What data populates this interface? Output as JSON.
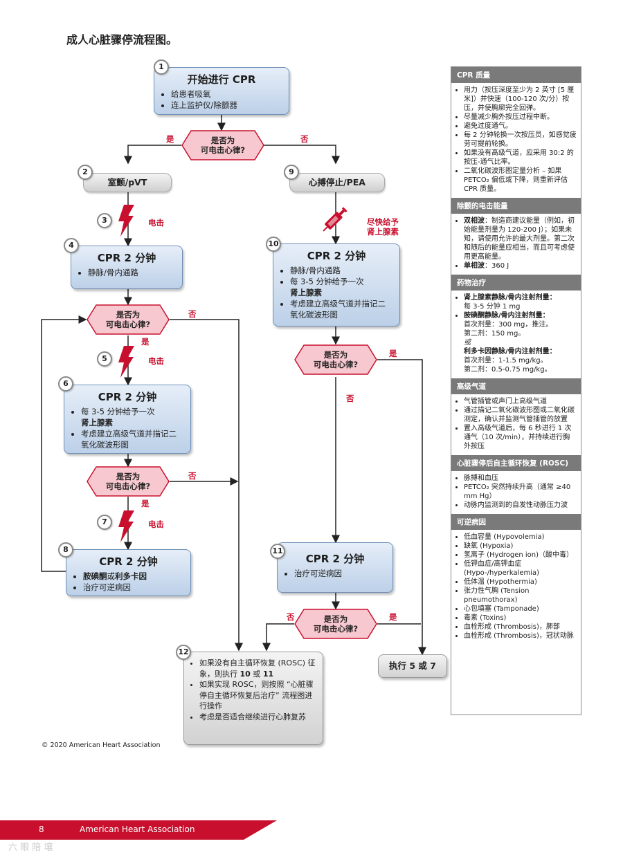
{
  "title": "成人心脏骤停流程图。",
  "copyright": "© 2020 American Heart Association",
  "footer": {
    "page": "8",
    "org": "American Heart Association"
  },
  "watermark": "六 眼 陪 壤",
  "yes": "是",
  "no": "否",
  "nodes": {
    "n1": {
      "num": "1",
      "title": "开始进行 CPR",
      "items": [
        "给患者吸氧",
        "连上监护仪/除颤器"
      ]
    },
    "n2": {
      "num": "2",
      "label": "室颤/pVT"
    },
    "n3": {
      "num": "3",
      "label": "电击"
    },
    "n4": {
      "num": "4",
      "title": "CPR 2 分钟",
      "items": [
        "静脉/骨内通路"
      ]
    },
    "n5": {
      "num": "5",
      "label": "电击"
    },
    "n6": {
      "num": "6",
      "title": "CPR 2 分钟",
      "item1a": "每 3-5 分钟给予一次",
      "item1b": "肾上腺素",
      "item2": "考虑建立高级气道并描记二氧化碳波形图"
    },
    "n7": {
      "num": "7",
      "label": "电击"
    },
    "n8": {
      "num": "8",
      "title": "CPR 2 分钟",
      "item1a": "胺碘酮",
      "item1b": "或",
      "item1c": "利多卡因",
      "item2": "治疗可逆病因"
    },
    "n9": {
      "num": "9",
      "label": "心搏停止/PEA"
    },
    "epi": {
      "line1": "尽快给予",
      "line2": "肾上腺素"
    },
    "n10": {
      "num": "10",
      "title": "CPR 2 分钟",
      "item1": "静脉/骨内通路",
      "item2a": "每 3-5 分钟给予一次",
      "item2b": "肾上腺素",
      "item3": "考虑建立高级气道并描记二氧化碳波形图"
    },
    "n11": {
      "num": "11",
      "title": "CPR 2 分钟",
      "items": [
        "治疗可逆病因"
      ]
    },
    "n12": {
      "num": "12",
      "item1a": "如果没有自主循环恢复 (ROSC) 征象，则执行 ",
      "item1b": "10",
      "item1c": " 或 ",
      "item1d": "11",
      "item2": "如果实现 ROSC，则按照 “心脏骤停自主循环恢复后治疗” 流程图进行操作",
      "item3": "考虑是否适合继续进行心肺复苏"
    },
    "goto": {
      "label": "执行 5 或 7"
    }
  },
  "decision": {
    "line1": "是否为",
    "line2": "可电击心律?"
  },
  "sidebar": {
    "cpr": {
      "header": "CPR 质量",
      "items": [
        "用力（按压深度至少为 2 英寸 [5 厘米]）并快速（100-120 次/分）按压，并使胸廓完全回弹。",
        "尽量减少胸外按压过程中断。",
        "避免过度通气。",
        "每 2 分钟轮换一次按压员，如感觉疲劳可提前轮换。",
        "如果没有高级气道，应采用 30:2 的按压-通气比率。",
        "二氧化碳波形图定量分析 – 如果 PETCO₂ 偏低或下降，则重新评估 CPR 质量。"
      ]
    },
    "shock": {
      "header": "除颤的电击能量",
      "b1": "双相波",
      "t1": "：制造商建议能量（例如，初始能量剂量为 120-200 J）；如果未知，请使用允许的最大剂量。第二次和随后的能量应相当，而且可考虑使用更高能量。",
      "b2": "单相波",
      "t2": "：360 J"
    },
    "drug": {
      "header": "药物治疗",
      "b1": "肾上腺素静脉/骨内注射剂量：",
      "t1": "每 3-5 分钟 1 mg",
      "b2": "胺碘酮静脉/骨内注射剂量：",
      "t2a": "首次剂量：300 mg，推注。",
      "t2b": "第二剂：150 mg。",
      "or": "或",
      "b3": "利多卡因静脉/骨内注射剂量：",
      "t3a": "首次剂量：1-1.5 mg/kg。",
      "t3b": "第二剂：0.5-0.75 mg/kg。"
    },
    "airway": {
      "header": "高级气道",
      "items": [
        "气管插管或声门上高级气道",
        "通过描记二氧化碳波形图或二氧化碳测定，确认并监测气管插管的放置",
        "置入高级气道后，每 6 秒进行 1 次通气（10 次/min），并持续进行胸外按压"
      ]
    },
    "rosc": {
      "header": "心脏骤停后自主循环恢复 (ROSC)",
      "items": [
        "脉搏和血压",
        "PETCO₂ 突然持续升高（通常 ≥40 mm Hg）",
        "动脉内监测到的自发性动脉压力波"
      ]
    },
    "rev": {
      "header": "可逆病因",
      "items": [
        "低血容量 (Hypovolemia)",
        "缺氧 (Hypoxia)",
        "氢离子 (Hydrogen ion)（酸中毒）",
        "低钾血症/高钾血症 (Hypo-/hyperkalemia)",
        "低体温 (Hypothermia)",
        "张力性气胸 (Tension pneumothorax)",
        "心包填塞 (Tamponade)",
        "毒素 (Toxins)",
        "血栓形成 (Thrombosis)，肺部",
        "血栓形成 (Thrombosis)，冠状动脉"
      ]
    }
  }
}
